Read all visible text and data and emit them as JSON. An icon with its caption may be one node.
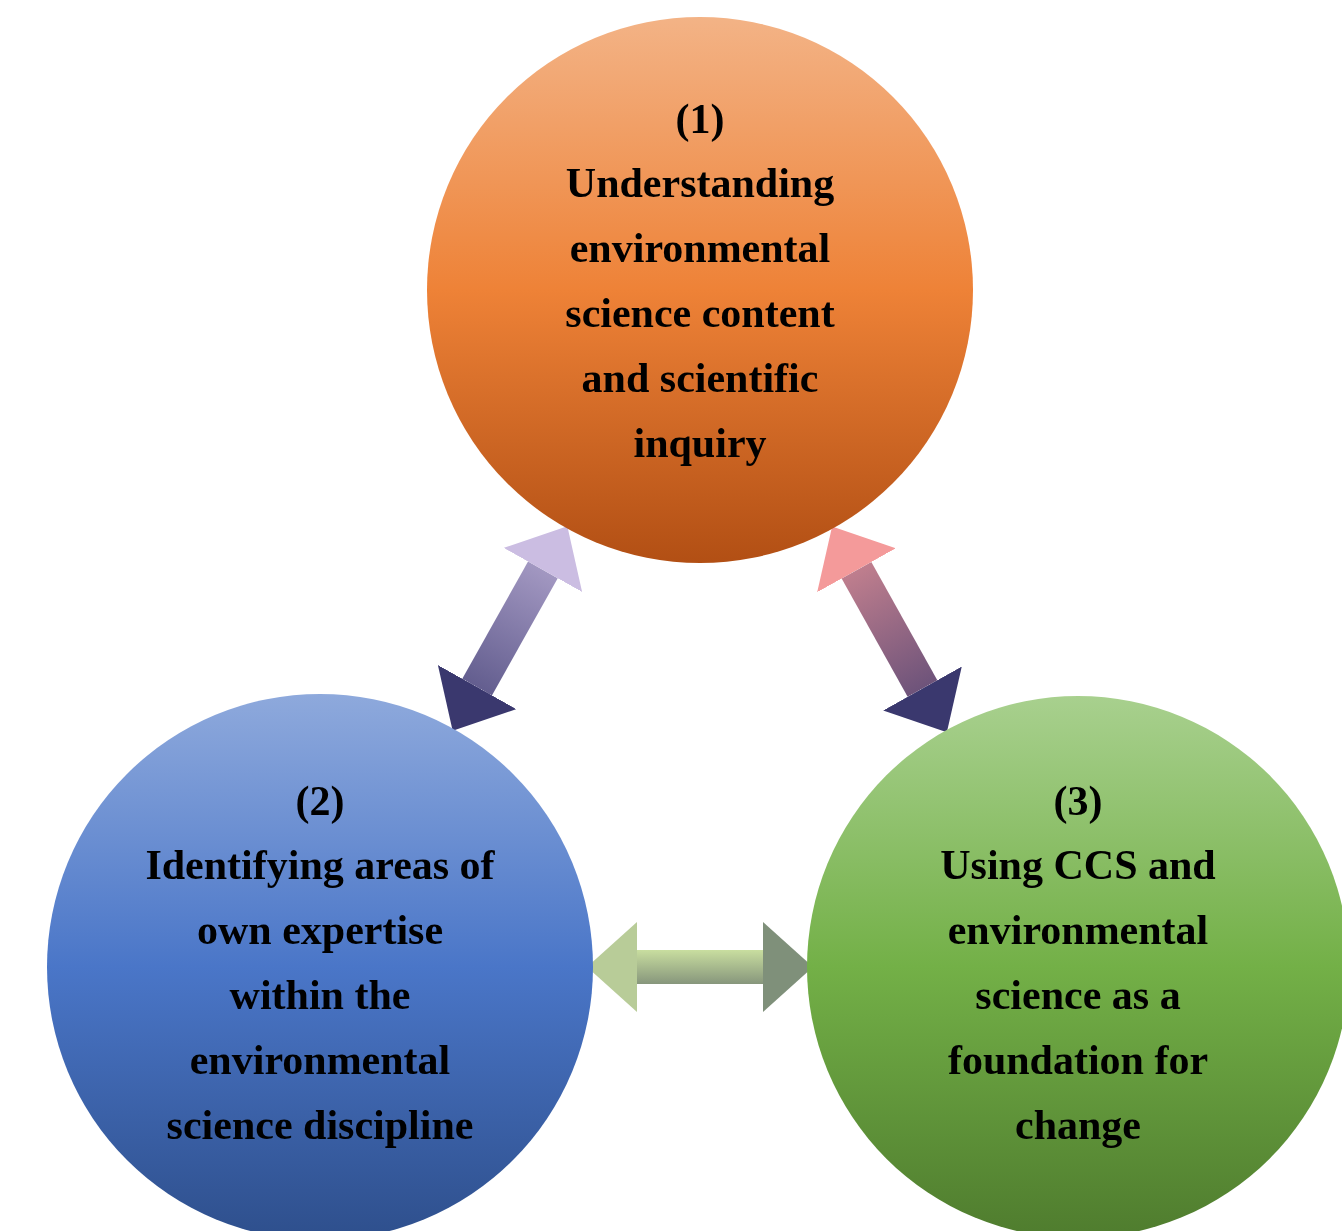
{
  "diagram": {
    "nodes": [
      {
        "text": [
          "(1)",
          "Understanding environmental science content and scientific inquiry"
        ]
      },
      {
        "text": [
          "(2)",
          "Identifying areas of own expertise within the environmental science discipline"
        ]
      },
      {
        "text": [
          "(3)",
          "Using CCS and environmental science as a foundation for change"
        ]
      }
    ],
    "edges": [
      {
        "from": 0,
        "to": 1,
        "arrow": "both",
        "style": "thick"
      },
      {
        "from": 0,
        "to": 2,
        "arrow": "both",
        "style": "thick"
      },
      {
        "from": 1,
        "to": 2,
        "arrow": "both",
        "style": "thick"
      }
    ]
  }
}
